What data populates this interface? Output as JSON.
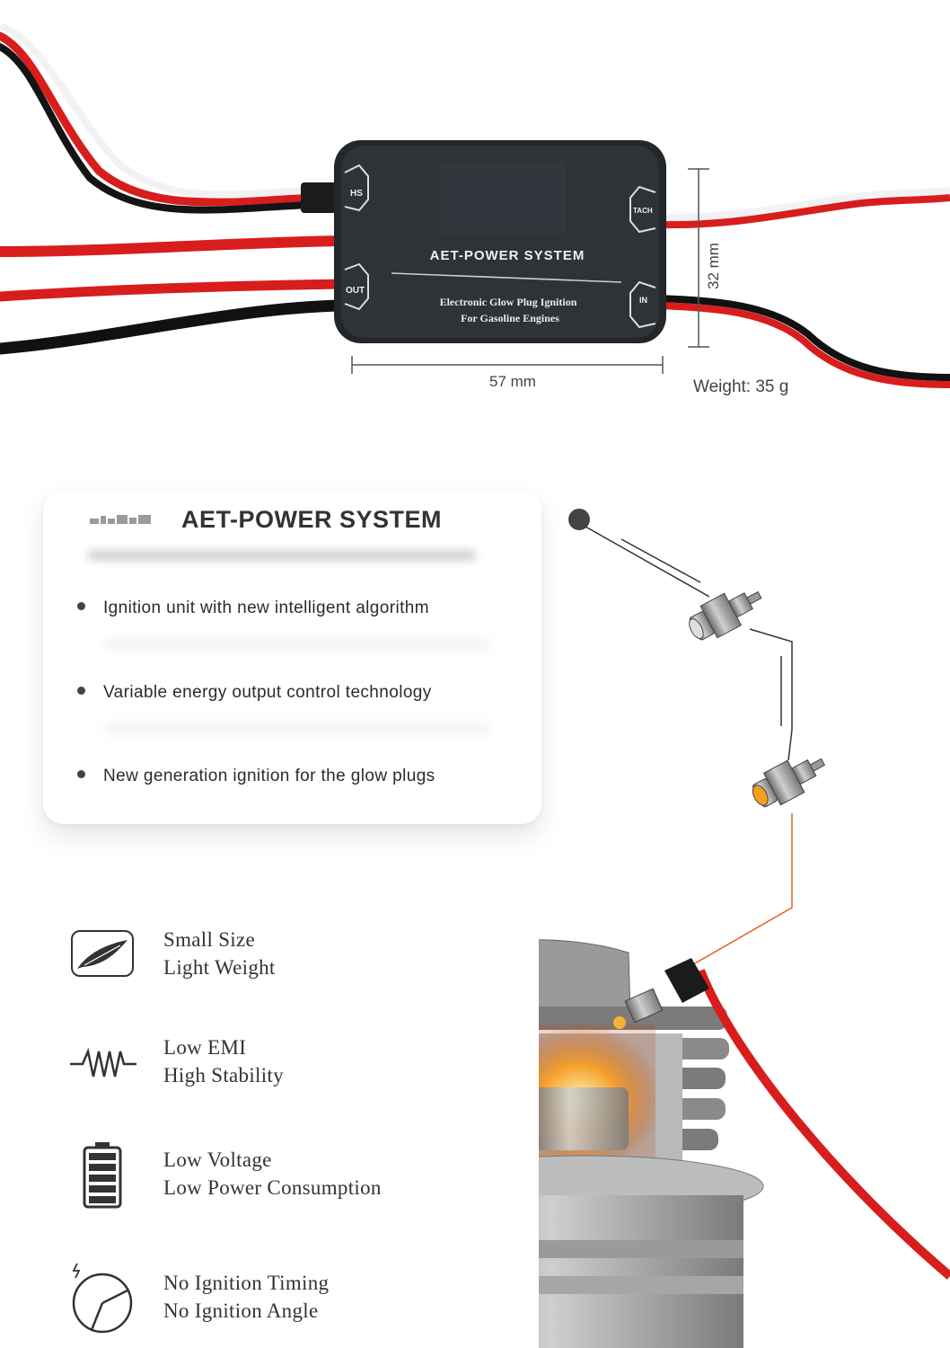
{
  "module": {
    "brand": "AET-POWER SYSTEM",
    "desc_line1": "Electronic Glow Plug Ignition",
    "desc_line2": "For Gasoline Engines",
    "port_hs": "HS",
    "port_out": "OUT",
    "port_tach": "TACH",
    "port_in": "IN"
  },
  "dimensions": {
    "width": "57 mm",
    "height": "32 mm",
    "weight": "Weight: 35 g"
  },
  "card": {
    "title": "AET-POWER SYSTEM",
    "bullets": [
      "Ignition unit with new intelligent algorithm",
      "Variable energy output control technology",
      "New generation ignition for the glow plugs"
    ]
  },
  "features": [
    {
      "icon": "feather-icon",
      "line1": "Small Size",
      "line2": "Light Weight"
    },
    {
      "icon": "waveform-icon",
      "line1": "Low EMI",
      "line2": "High Stability"
    },
    {
      "icon": "battery-icon",
      "line1": "Low Voltage",
      "line2": "Low Power Consumption"
    },
    {
      "icon": "timing-dial-icon",
      "line1": "No Ignition Timing",
      "line2": "No Ignition Angle"
    }
  ],
  "colors": {
    "wire_red": "#d81d1d",
    "wire_black": "#1a1a1a",
    "module_body": "#2b2f33",
    "glow": "#f08a1c"
  }
}
